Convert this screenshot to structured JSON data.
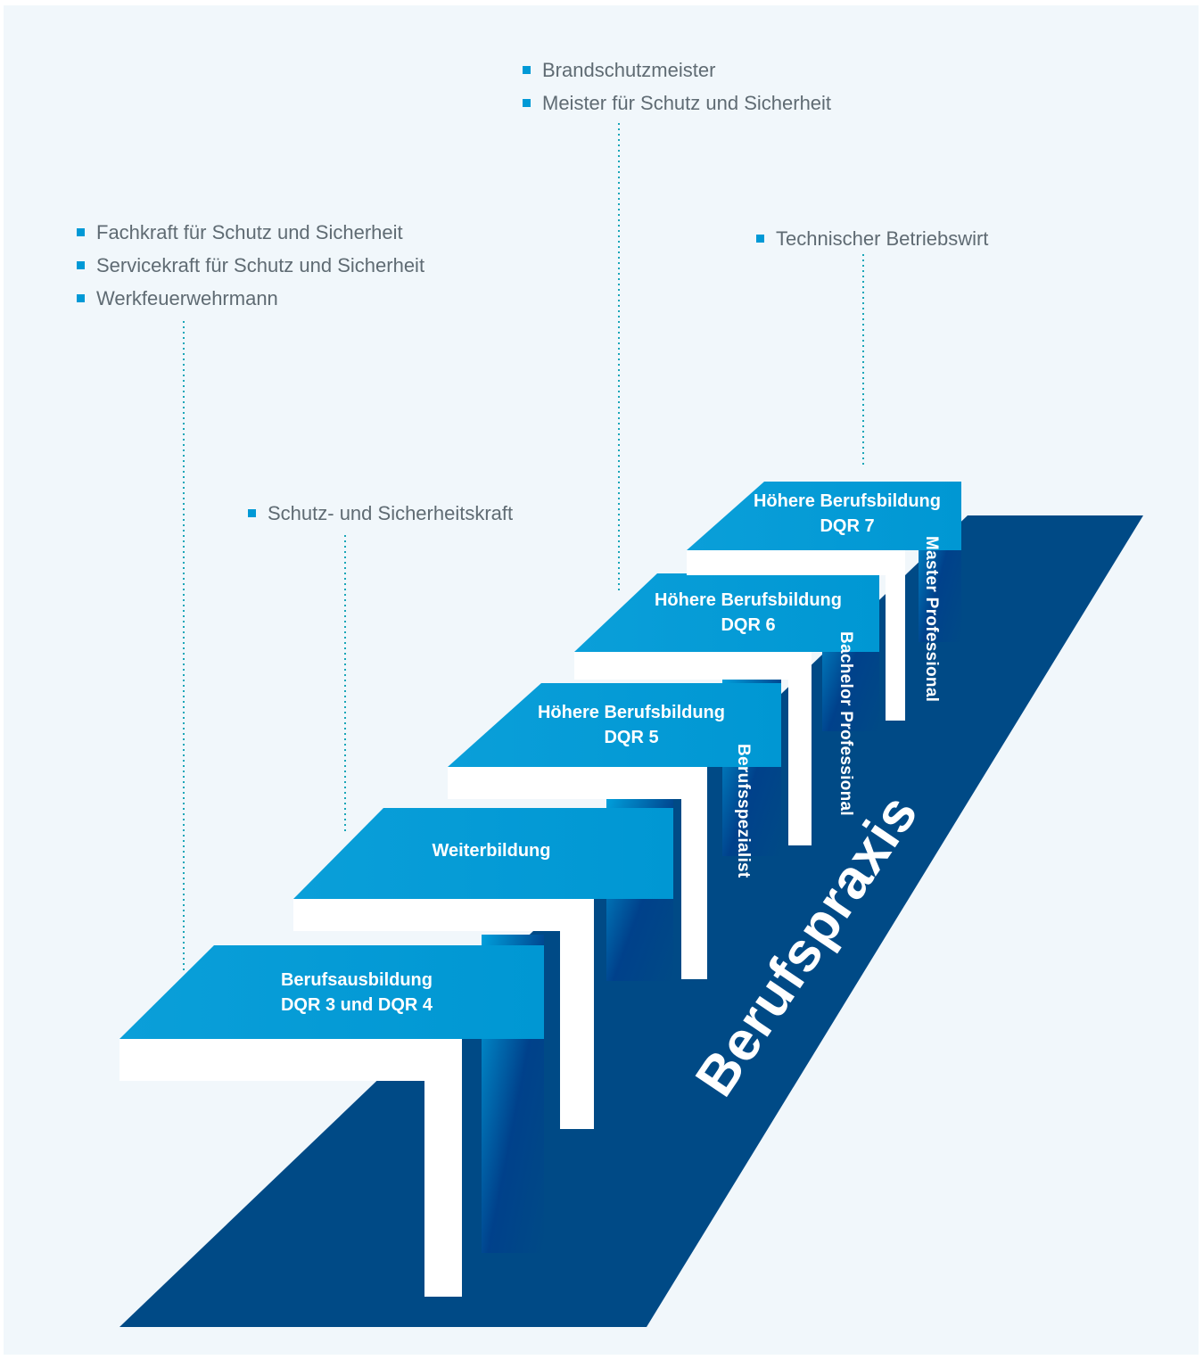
{
  "bullet_groups": [
    {
      "items": [
        "Brandschutzmeister",
        "Meister für Schutz und Sicherheit"
      ]
    },
    {
      "items": [
        "Fachkraft für Schutz und Sicherheit",
        "Servicekraft für Schutz und Sicherheit",
        "Werkfeuerwehrmann"
      ]
    },
    {
      "items": [
        "Technischer Betriebswirt"
      ]
    },
    {
      "items": [
        "Schutz- und Sicherheitskraft"
      ]
    }
  ],
  "steps": [
    {
      "line1": "Berufsausbildung",
      "line2": "DQR 3 und DQR 4"
    },
    {
      "line1": "Weiterbildung",
      "line2": ""
    },
    {
      "line1": "Höhere Berufsbildung",
      "line2": "DQR 5"
    },
    {
      "line1": "Höhere Berufsbildung",
      "line2": "DQR 6"
    },
    {
      "line1": "Höhere Berufsbildung",
      "line2": "DQR 7"
    }
  ],
  "side_labels": [
    "Berufsspezialist",
    "Bachelor Professional",
    "Master Professional"
  ],
  "base_label": "Berufspraxis",
  "colors": {
    "base": "#004a86",
    "step_light": "#00a0dc",
    "step_dark": "#00418b",
    "riser": "#ffffff",
    "bullet": "#0099d6",
    "dotted_line": "#1aa6b8",
    "text": "#5f6b73",
    "panel": "#f1f7fb"
  }
}
